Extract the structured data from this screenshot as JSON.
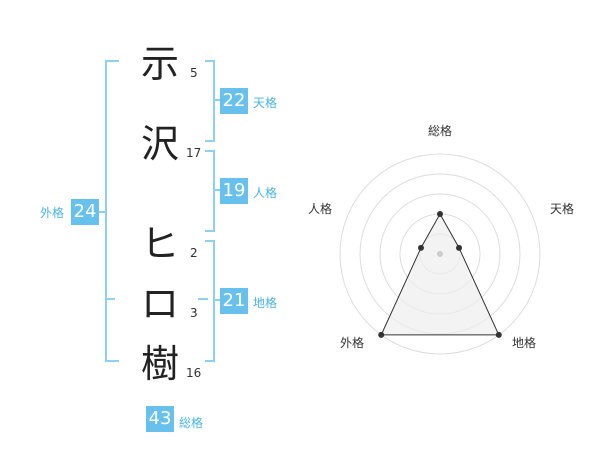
{
  "chars": [
    {
      "char": "示",
      "strokes": "5"
    },
    {
      "char": "沢",
      "strokes": "17"
    },
    {
      "char": "ヒ",
      "strokes": "2"
    },
    {
      "char": "ロ",
      "strokes": "3"
    },
    {
      "char": "樹",
      "strokes": "16"
    }
  ],
  "kaku": {
    "tenkaku": {
      "value": "22",
      "label": "天格"
    },
    "jinkaku": {
      "value": "19",
      "label": "人格"
    },
    "chikaku": {
      "value": "21",
      "label": "地格"
    },
    "gaikaku": {
      "value": "24",
      "label": "外格"
    },
    "soukaku": {
      "value": "43",
      "label": "総格"
    }
  },
  "radar": {
    "axes": [
      "総格",
      "天格",
      "地格",
      "外格",
      "人格"
    ],
    "values": [
      2,
      1,
      5,
      5,
      1
    ],
    "max": 5,
    "line_color": "#333333",
    "fill_color": "#eeeeee",
    "grid_color": "#dddddd"
  }
}
